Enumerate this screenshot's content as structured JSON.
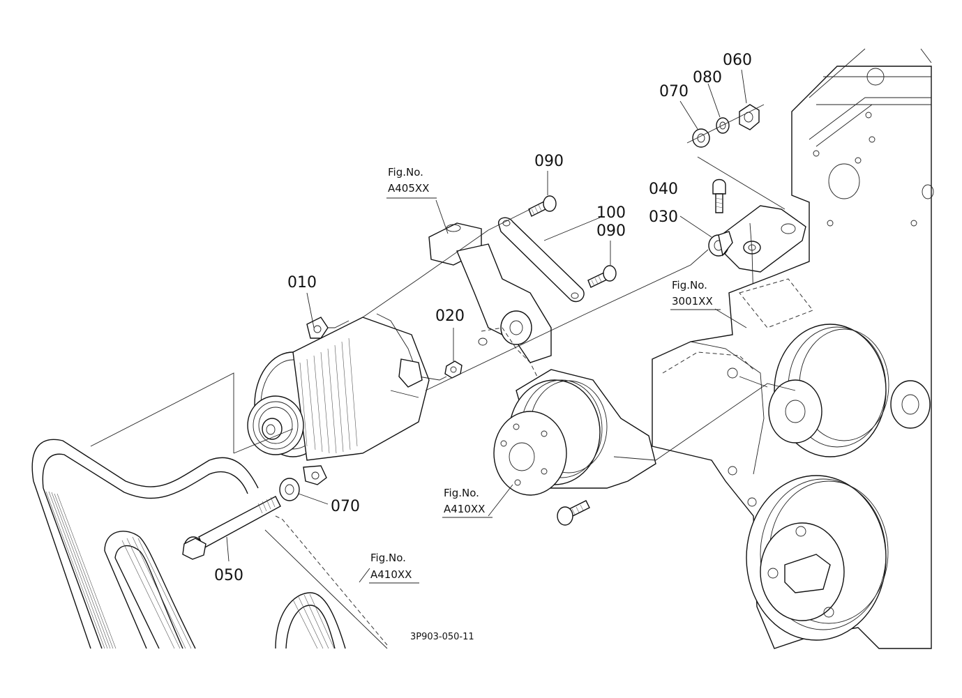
{
  "diagram": {
    "drawing_code": "3P903-050-11",
    "part_labels": {
      "p010": "010",
      "p020": "020",
      "p030": "030",
      "p040": "040",
      "p050": "050",
      "p060": "060",
      "p070a": "070",
      "p070b": "070",
      "p080": "080",
      "p090a": "090",
      "p090b": "090",
      "p100": "100"
    },
    "figure_refs": {
      "a405": {
        "line1": "Fig.No.",
        "line2": "A405XX"
      },
      "a410_pump": {
        "line1": "Fig.No.",
        "line2": "A410XX"
      },
      "a410_belt": {
        "line1": "Fig.No.",
        "line2": "A410XX"
      },
      "f3001": {
        "line1": "Fig.No.",
        "line2": "3001XX"
      }
    }
  }
}
